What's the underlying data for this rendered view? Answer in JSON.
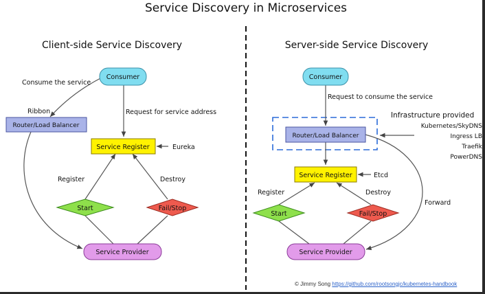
{
  "title": "Service Discovery in Microservices",
  "client": {
    "heading": "Client-side Service Discovery",
    "consumer": "Consumer",
    "consume_label": "Consume the service",
    "ribbon": "Ribbon",
    "router": "Router/Load Balancer",
    "request_label": "Request for service address",
    "register_box": "Service Register",
    "eureka": "Eureka",
    "register_label": "Register",
    "destroy_label": "Destroy",
    "start": "Start",
    "failstop": "Fail/Stop",
    "provider": "Service Provider"
  },
  "server": {
    "heading": "Server-side Service Discovery",
    "consumer": "Consumer",
    "request_label": "Request to consume the service",
    "infra_title": "Infrastructure provided",
    "infra_items": [
      "Kubernetes/SkyDNS",
      "Ingress LB",
      "Traefik",
      "PowerDNS"
    ],
    "router": "Router/Load Balancer",
    "register_box": "Service Register",
    "etcd": "Etcd",
    "register_label": "Register",
    "destroy_label": "Destroy",
    "start": "Start",
    "failstop": "Fail/Stop",
    "forward_label": "Forward",
    "provider": "Service Provider"
  },
  "footer": {
    "author": "© Jimmy Song",
    "url": "https://github.com/rootsongjc/kubernetes-handbook"
  },
  "colors": {
    "consumer": "#80ddf0",
    "router": "#a9b3e8",
    "register": "#fff200",
    "start": "#8ee04b",
    "failstop": "#ee5a4e",
    "provider": "#e29bea",
    "dashed": "#2a6ad8"
  }
}
